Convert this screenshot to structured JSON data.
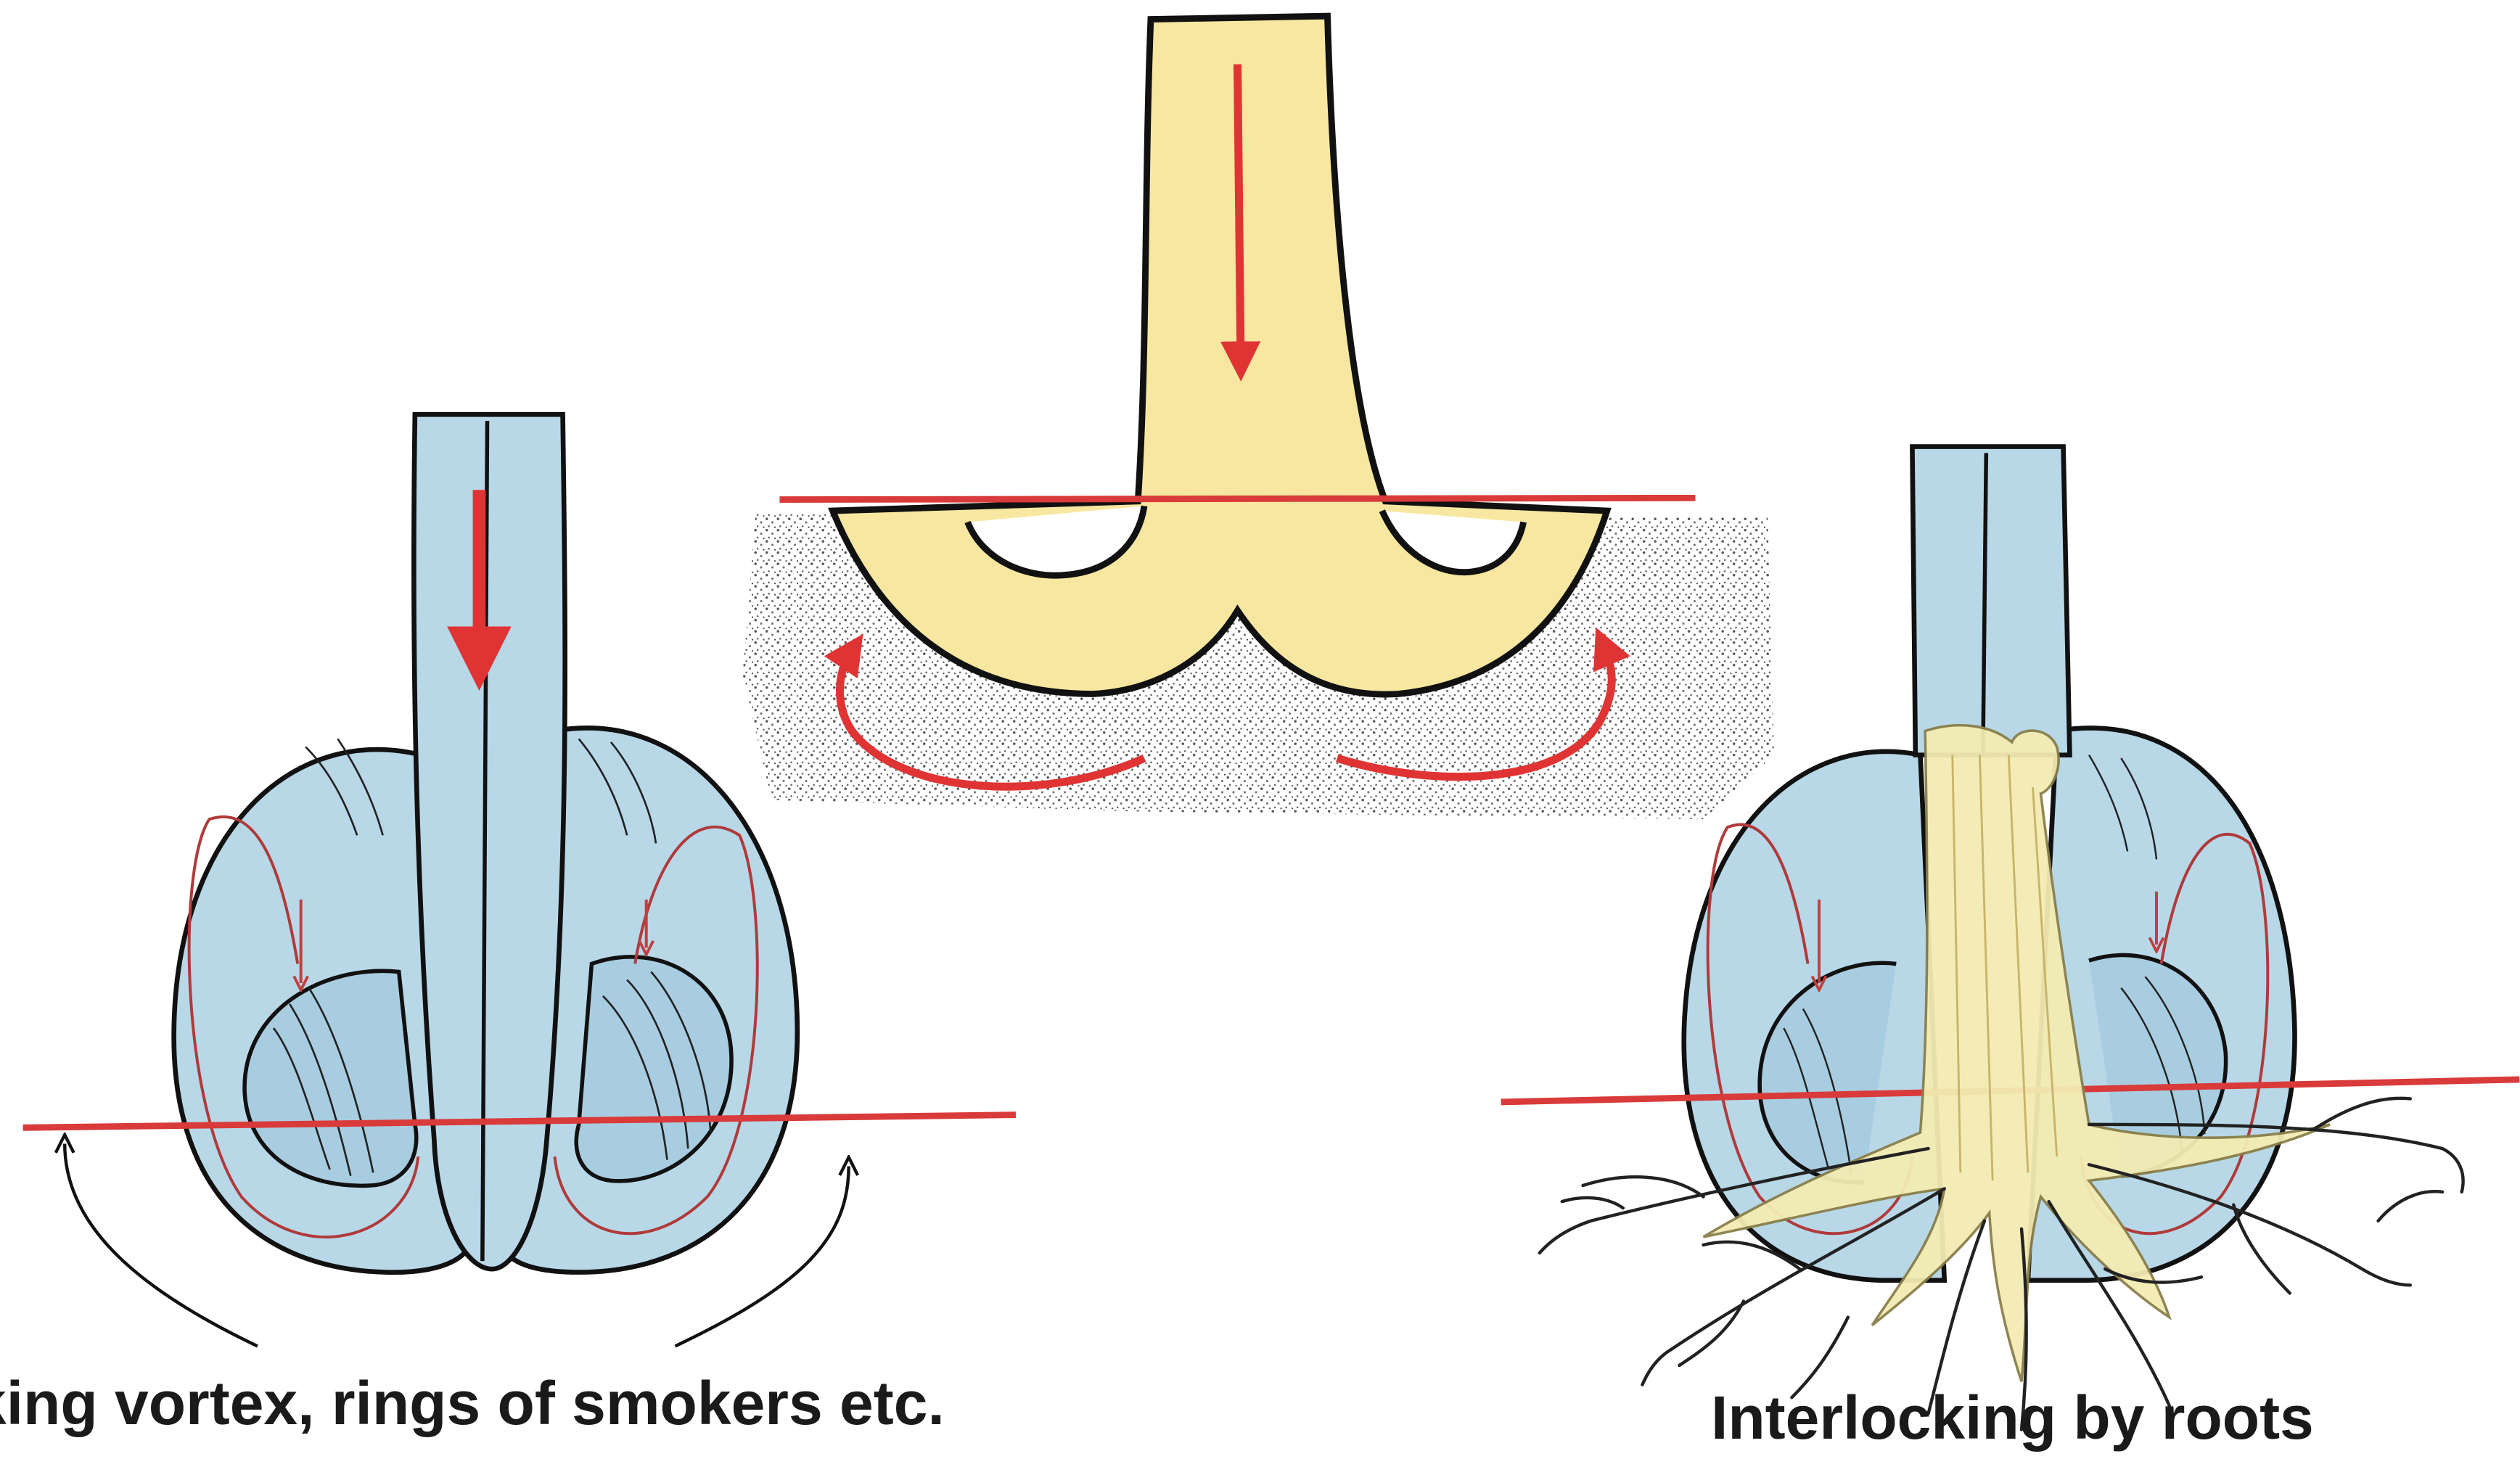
{
  "captions": {
    "left": "king vortex, rings of smokers etc.",
    "right": "Interlocking by roots"
  },
  "colors": {
    "vortex_fill": "#b8d8e8",
    "jet_fill": "#f8e7a0",
    "root_fill": "#f3ebb3",
    "outline": "#111111",
    "red_arrow": "#e03434",
    "red_line": "#d93a3a",
    "stipple": "#555555"
  },
  "panels": [
    {
      "name": "vortex-ring-panel"
    },
    {
      "name": "jet-impingement-panel"
    },
    {
      "name": "root-interlocking-panel"
    }
  ]
}
